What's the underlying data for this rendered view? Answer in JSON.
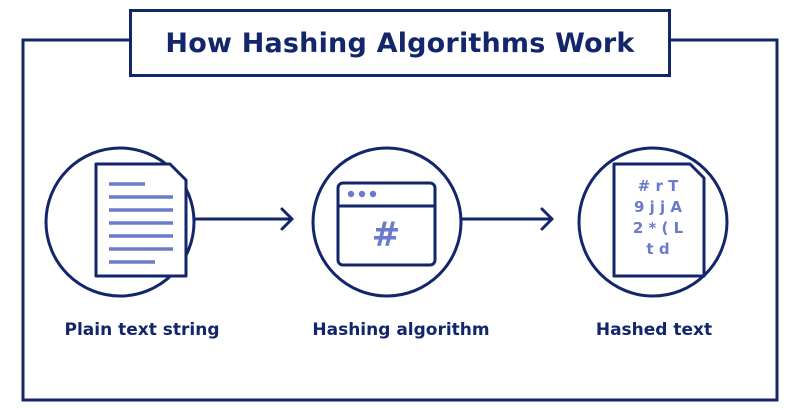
{
  "title": "How Hashing Algorithms Work",
  "colors": {
    "primary": "#13266b",
    "accent": "#6b7bcc"
  },
  "steps": [
    {
      "label": "Plain text string",
      "icon": "document-icon"
    },
    {
      "label": "Hashing algorithm",
      "icon": "browser-window-hash-icon",
      "symbol": "#"
    },
    {
      "label": "Hashed text",
      "icon": "hashed-document-icon",
      "hashed_lines": [
        "# r T",
        "9 j j A",
        "2 * ( L",
        "t d"
      ]
    }
  ]
}
